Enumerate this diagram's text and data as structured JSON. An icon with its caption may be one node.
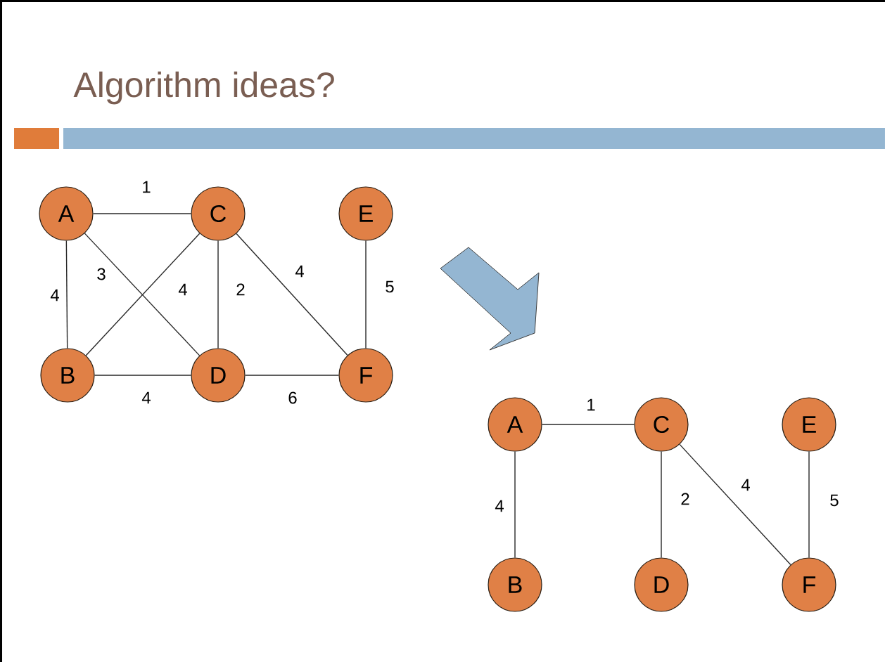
{
  "diagram": {
    "title": "Algorithm ideas?",
    "nodes": [
      {
        "text": [
          "A"
        ]
      },
      {
        "text": [
          "C"
        ]
      },
      {
        "text": [
          "E"
        ]
      },
      {
        "text": [
          "B"
        ]
      },
      {
        "text": [
          "D"
        ]
      },
      {
        "text": [
          "F"
        ]
      },
      {
        "text": [
          "A"
        ]
      },
      {
        "text": [
          "C"
        ]
      },
      {
        "text": [
          "E"
        ]
      },
      {
        "text": [
          "B"
        ]
      },
      {
        "text": [
          "D"
        ]
      },
      {
        "text": [
          "F"
        ]
      }
    ],
    "edges": [
      {
        "from": 0,
        "to": 1,
        "arrow": "none",
        "label": "1"
      },
      {
        "from": 0,
        "to": 3,
        "arrow": "none",
        "label": "4"
      },
      {
        "from": 0,
        "to": 4,
        "arrow": "none",
        "label": "3"
      },
      {
        "from": 3,
        "to": 1,
        "arrow": "none",
        "label": "4"
      },
      {
        "from": 1,
        "to": 4,
        "arrow": "none",
        "label": "2"
      },
      {
        "from": 1,
        "to": 5,
        "arrow": "none",
        "label": "4"
      },
      {
        "from": 2,
        "to": 5,
        "arrow": "none",
        "label": "5"
      },
      {
        "from": 3,
        "to": 4,
        "arrow": "none",
        "label": "4"
      },
      {
        "from": 4,
        "to": 5,
        "arrow": "none",
        "label": "6"
      },
      {
        "from": 6,
        "to": 7,
        "arrow": "none",
        "label": "1"
      },
      {
        "from": 6,
        "to": 9,
        "arrow": "none",
        "label": "4"
      },
      {
        "from": 7,
        "to": 10,
        "arrow": "none",
        "label": "2"
      },
      {
        "from": 7,
        "to": 11,
        "arrow": "none",
        "label": "4"
      },
      {
        "from": 8,
        "to": 11,
        "arrow": "none",
        "label": "5"
      }
    ]
  }
}
